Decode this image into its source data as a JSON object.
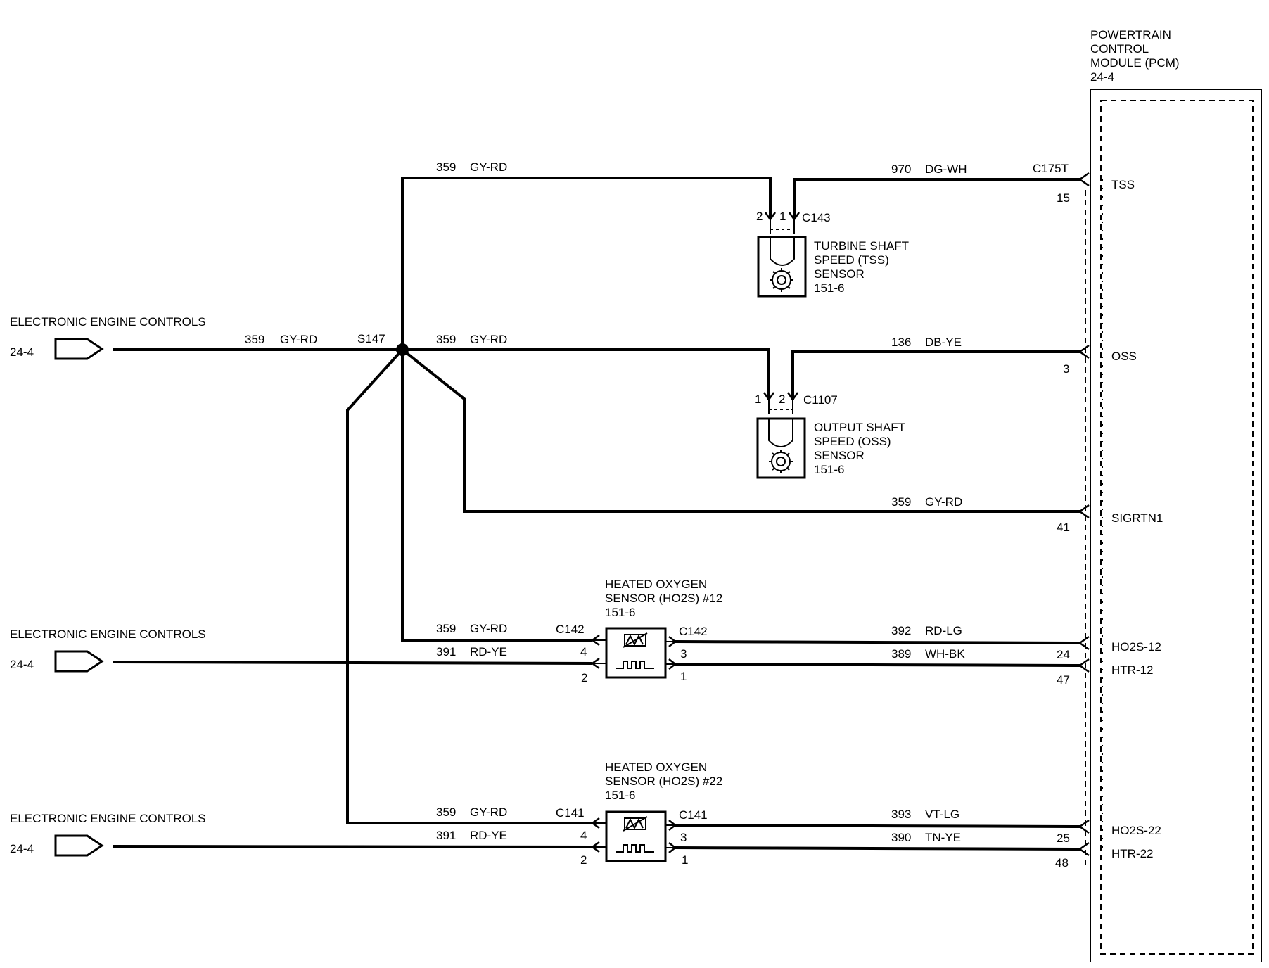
{
  "pcm": {
    "title_lines": [
      "POWERTRAIN",
      "CONTROL",
      "MODULE (PCM)",
      "24-4"
    ],
    "pins": [
      {
        "name": "TSS",
        "number": "15"
      },
      {
        "name": "OSS",
        "number": "3"
      },
      {
        "name": "SIGRTN1",
        "number": "41"
      },
      {
        "name": "HO2S-12",
        "number": "24"
      },
      {
        "name": "HTR-12",
        "number": "47"
      },
      {
        "name": "HO2S-22",
        "number": "25"
      },
      {
        "name": "HTR-22",
        "number": "48"
      }
    ]
  },
  "sources": [
    {
      "label": "ELECTRONIC ENGINE CONTROLS",
      "ref": "24-4"
    },
    {
      "label": "ELECTRONIC ENGINE CONTROLS",
      "ref": "24-4"
    },
    {
      "label": "ELECTRONIC ENGINE CONTROLS",
      "ref": "24-4"
    }
  ],
  "splice": "S147",
  "sensors": {
    "tss": {
      "lines": [
        "TURBINE SHAFT",
        "SPEED (TSS)",
        "SENSOR",
        "151-6"
      ],
      "connector": "C143",
      "pin_left": "2",
      "pin_right": "1"
    },
    "oss": {
      "lines": [
        "OUTPUT SHAFT",
        "SPEED (OSS)",
        "SENSOR",
        "151-6"
      ],
      "connector": "C1107",
      "pin_left": "1",
      "pin_right": "2"
    },
    "ho2s12": {
      "lines": [
        "HEATED OXYGEN",
        "SENSOR (HO2S) #12",
        "151-6"
      ],
      "connector_left": "C142",
      "connector_right": "C142",
      "pin_tl": "4",
      "pin_bl": "2",
      "pin_tr": "3",
      "pin_br": "1"
    },
    "ho2s22": {
      "lines": [
        "HEATED OXYGEN",
        "SENSOR (HO2S) #22",
        "151-6"
      ],
      "connector_left": "C141",
      "connector_right": "C141",
      "pin_tl": "4",
      "pin_bl": "2",
      "pin_tr": "3",
      "pin_br": "1"
    }
  },
  "connector_pcm": "C175T",
  "wires": {
    "w359": {
      "circuit": "359",
      "color": "GY-RD"
    },
    "w970": {
      "circuit": "970",
      "color": "DG-WH"
    },
    "w136": {
      "circuit": "136",
      "color": "DB-YE"
    },
    "w392": {
      "circuit": "392",
      "color": "RD-LG"
    },
    "w389": {
      "circuit": "389",
      "color": "WH-BK"
    },
    "w391": {
      "circuit": "391",
      "color": "RD-YE"
    },
    "w393": {
      "circuit": "393",
      "color": "VT-LG"
    },
    "w390": {
      "circuit": "390",
      "color": "TN-YE"
    }
  }
}
